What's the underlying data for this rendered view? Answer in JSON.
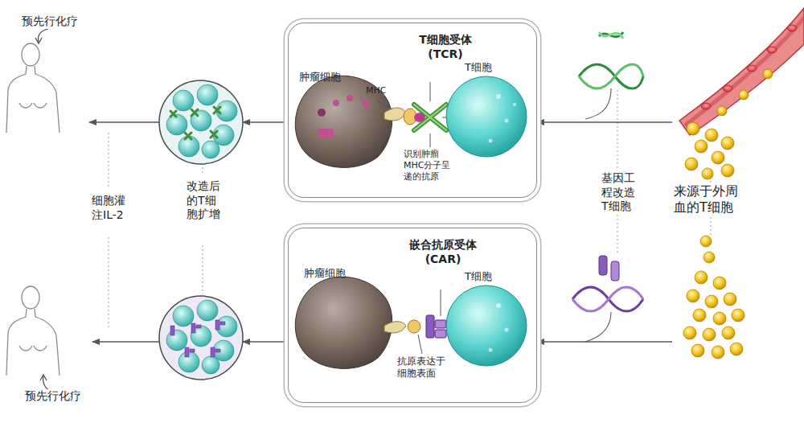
{
  "diagram": {
    "nodes": [
      {
        "text": [
          "来源于外周血的T细胞"
        ]
      },
      {
        "text": [
          "T细胞受体 (TCR)"
        ]
      },
      {
        "text": [
          "嵌合抗原受体 (CAR)"
        ]
      },
      {
        "text": []
      },
      {
        "text": []
      },
      {
        "text": [
          "预先行化疗"
        ]
      },
      {
        "text": [
          "预先行化疗"
        ]
      }
    ],
    "edges": [
      {
        "from": 0,
        "to": 1,
        "arrow": "to"
      },
      {
        "from": 0,
        "to": 2,
        "arrow": "to"
      },
      {
        "from": 1,
        "to": 3,
        "arrow": "to"
      },
      {
        "from": 2,
        "to": 4,
        "arrow": "to"
      },
      {
        "from": 3,
        "to": 5,
        "arrow": "to"
      },
      {
        "from": 4,
        "to": 6,
        "arrow": "to"
      }
    ],
    "labels": [
      "基因工程改造T细胞",
      "改造后的T细胞扩增",
      "细胞灌注IL-2",
      "肿瘤细胞",
      "T细胞",
      "MHC",
      "识别肿瘤MHC分子呈递的抗原",
      "肿瘤细胞",
      "T细胞",
      "抗原表达于细胞表面"
    ]
  }
}
